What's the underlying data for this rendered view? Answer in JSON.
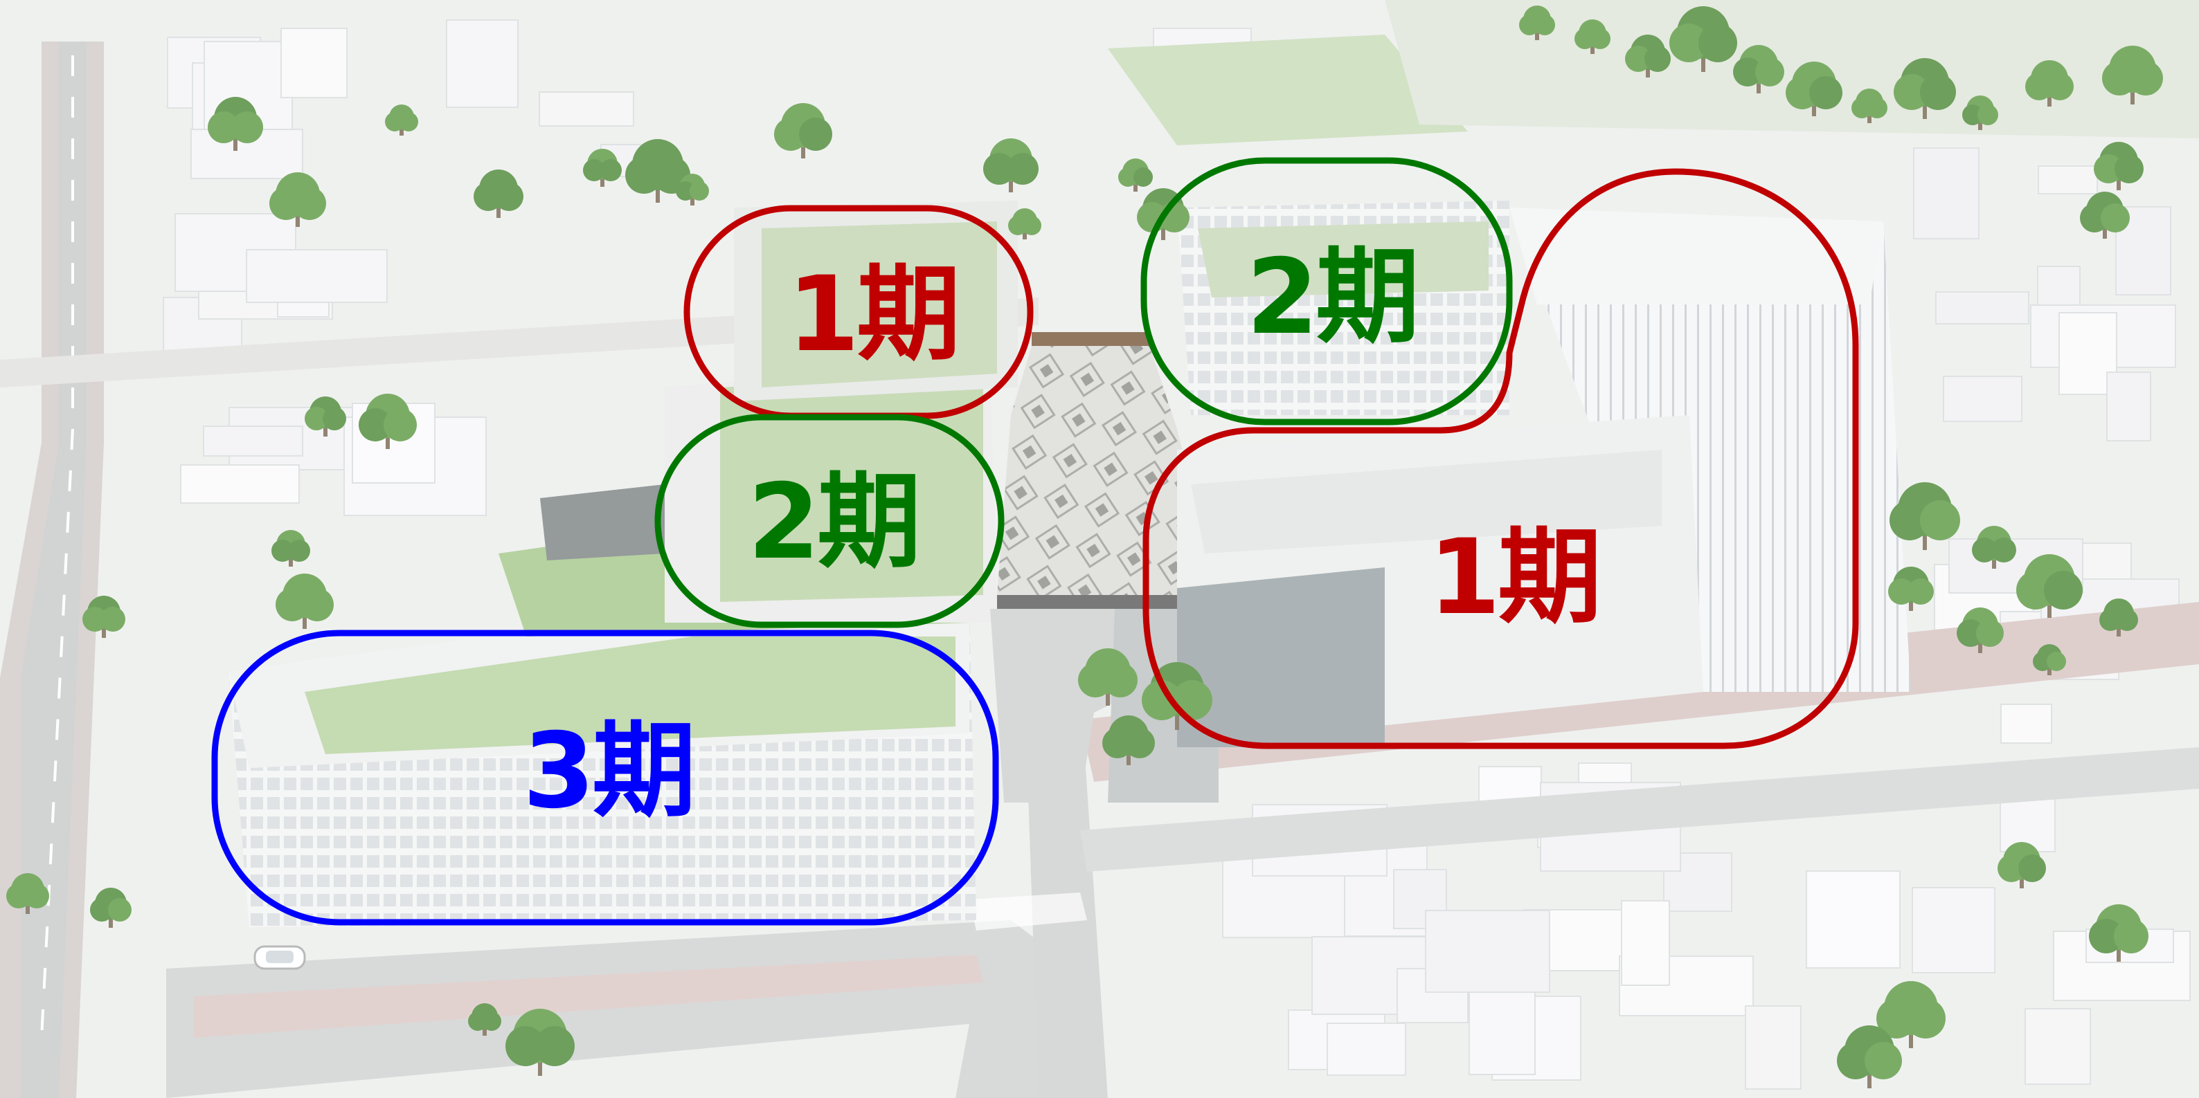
{
  "phases": [
    {
      "id": "phase1_north",
      "label": "1期",
      "color": "#c00000"
    },
    {
      "id": "phase2_center",
      "label": "2期",
      "color": "#007800"
    },
    {
      "id": "phase3_south",
      "label": "3期",
      "color": "#0000ff"
    },
    {
      "id": "phase2_east",
      "label": "2期",
      "color": "#007800"
    },
    {
      "id": "phase1_east",
      "label": "1期",
      "color": "#c00000"
    }
  ],
  "colors": {
    "phase1": "#c00000",
    "phase2": "#007800",
    "phase3": "#0000ff",
    "ground": "#eef0ee",
    "road": "#c9cccb",
    "sidewalk": "#d9c7c4",
    "green_roof": "#a9c98f",
    "tree": "#4f8a3a"
  },
  "icons": [
    "tree-icon",
    "car-icon"
  ]
}
